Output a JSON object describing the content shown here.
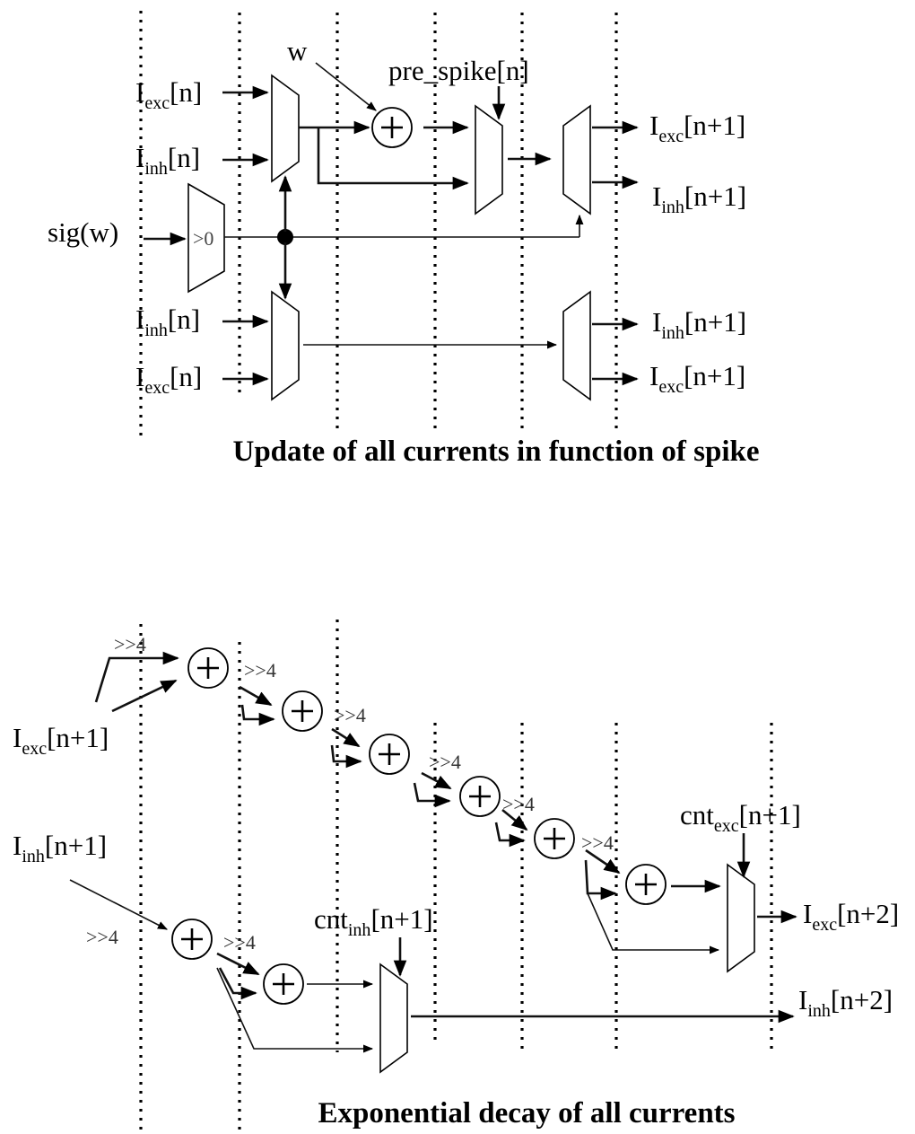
{
  "top_panel": {
    "caption": "Update of all currents in function of spike",
    "labels": {
      "i_exc_n": {
        "base": "I",
        "sub": "exc",
        "suffix": "[n]"
      },
      "i_inh_n": {
        "base": "I",
        "sub": "inh",
        "suffix": "[n]"
      },
      "sig_w": "sig(w)",
      "w": "w",
      "pre_spike": "pre_spike[n]",
      "compare": ">0",
      "i_exc_n1": {
        "base": "I",
        "sub": "exc",
        "suffix": "[n+1]"
      },
      "i_inh_n1": {
        "base": "I",
        "sub": "inh",
        "suffix": "[n+1]"
      }
    }
  },
  "bottom_panel": {
    "caption": "Exponential decay of all currents",
    "shift_label": ">>4",
    "labels": {
      "i_exc_n1": {
        "base": "I",
        "sub": "exc",
        "suffix": "[n+1]"
      },
      "i_inh_n1": {
        "base": "I",
        "sub": "inh",
        "suffix": "[n+1]"
      },
      "cnt_exc": {
        "base": "cnt",
        "sub": "exc",
        "suffix": "[n+1]"
      },
      "cnt_inh": {
        "base": "cnt",
        "sub": "inh",
        "suffix": "[n+1]"
      },
      "i_exc_n2": {
        "base": "I",
        "sub": "exc",
        "suffix": "[n+2]"
      },
      "i_inh_n2": {
        "base": "I",
        "sub": "inh",
        "suffix": "[n+2]"
      }
    }
  },
  "colors": {
    "line": "#000000",
    "background": "#ffffff"
  }
}
